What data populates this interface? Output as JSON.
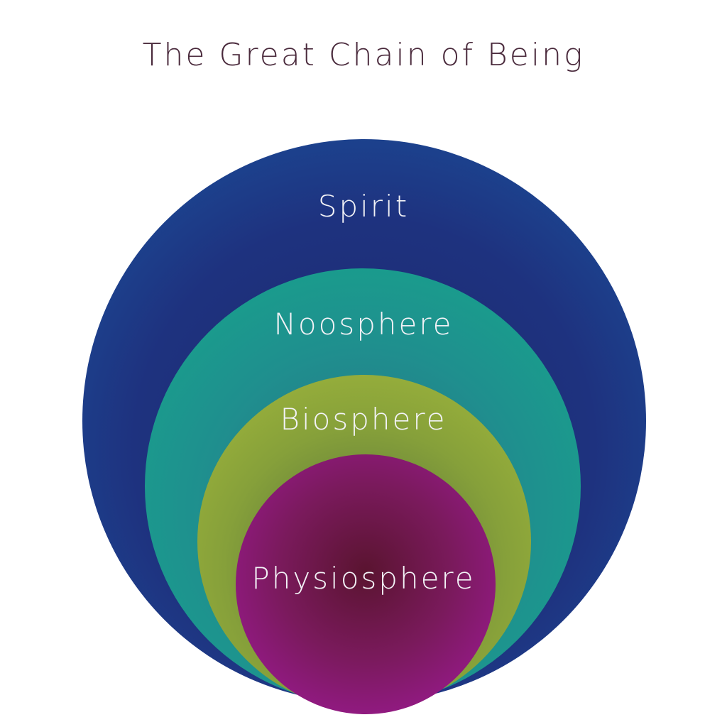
{
  "diagram": {
    "title": "The Great Chain of Being",
    "rings": [
      {
        "label": "Spirit",
        "color": "#1e327f"
      },
      {
        "label": "Noosphere",
        "color": "#15a88c"
      },
      {
        "label": "Biosphere",
        "color": "#a5bb3c"
      },
      {
        "label": "Physiosphere",
        "color": "#a41aa0"
      }
    ]
  }
}
